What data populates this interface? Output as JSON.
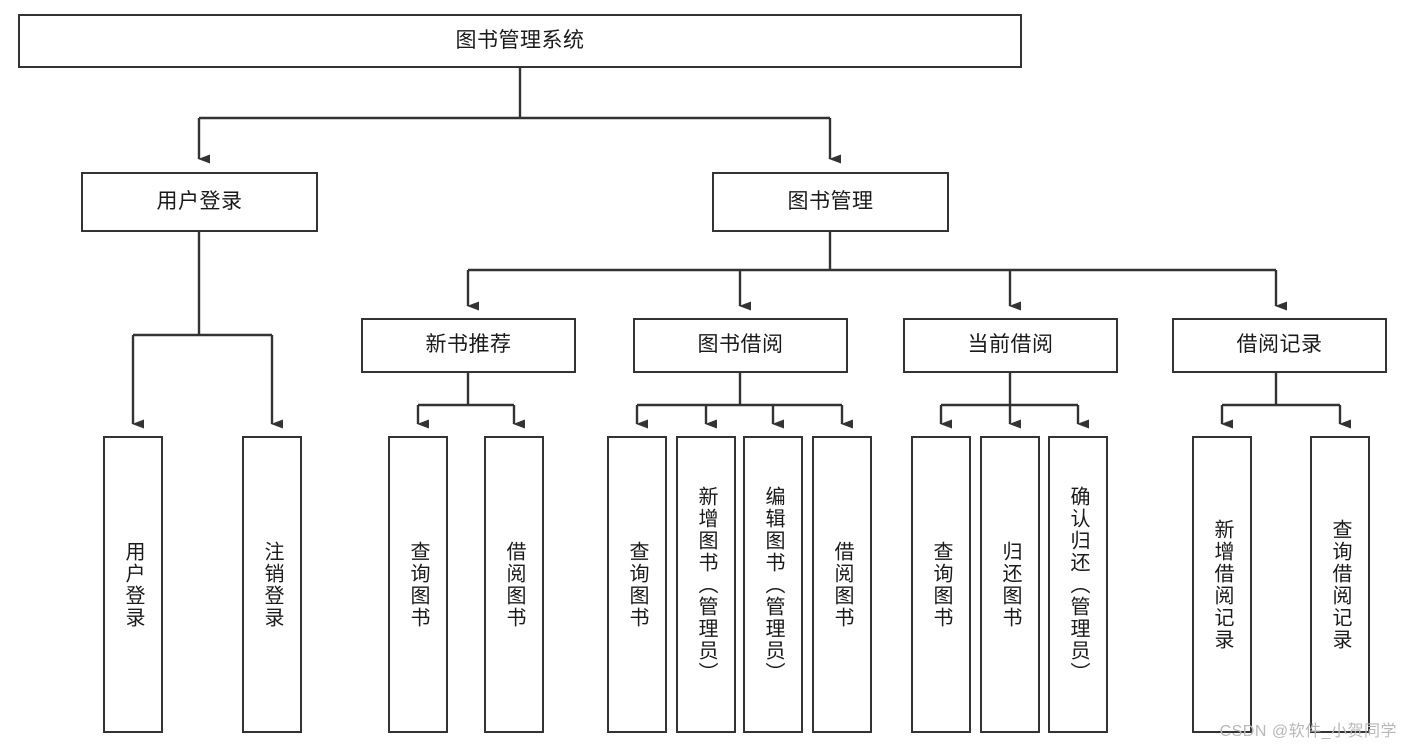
{
  "diagram": {
    "title": "图书管理系统",
    "type": "tree-hierarchy-diagram",
    "background_color": "#ffffff",
    "stroke_color": "#333333",
    "text_color": "#1a1a1a"
  },
  "watermark": {
    "text": "CSDN @软件_小贺同学",
    "color": "#b8b8b8"
  },
  "nodes": {
    "root": {
      "label": "图书管理系统"
    },
    "level2": [
      {
        "id": "user-login",
        "label": "用户登录"
      },
      {
        "id": "book-manage",
        "label": "图书管理"
      }
    ],
    "level3": [
      {
        "id": "new-book-recommend",
        "label": "新书推荐"
      },
      {
        "id": "book-borrow",
        "label": "图书借阅"
      },
      {
        "id": "current-borrow",
        "label": "当前借阅"
      },
      {
        "id": "borrow-record",
        "label": "借阅记录"
      }
    ],
    "leaves": {
      "user_login": [
        {
          "id": "leaf-user-login",
          "label": "用户登录"
        },
        {
          "id": "leaf-user-logout",
          "label": "注销登录"
        }
      ],
      "new_book_recommend": [
        {
          "id": "leaf-query-book-1",
          "label": "查询图书"
        },
        {
          "id": "leaf-borrow-book-1",
          "label": "借阅图书"
        }
      ],
      "book_borrow": [
        {
          "id": "leaf-query-book-2",
          "label": "查询图书"
        },
        {
          "id": "leaf-add-book",
          "label": "新增图书（管理员）"
        },
        {
          "id": "leaf-edit-book",
          "label": "编辑图书（管理员）"
        },
        {
          "id": "leaf-borrow-book-2",
          "label": "借阅图书"
        }
      ],
      "current_borrow": [
        {
          "id": "leaf-query-book-3",
          "label": "查询图书"
        },
        {
          "id": "leaf-return-book",
          "label": "归还图书"
        },
        {
          "id": "leaf-confirm-return",
          "label": "确认归还（管理员）"
        }
      ],
      "borrow_record": [
        {
          "id": "leaf-add-record",
          "label": "新增借阅记录"
        },
        {
          "id": "leaf-query-record",
          "label": "查询借阅记录"
        }
      ]
    }
  }
}
